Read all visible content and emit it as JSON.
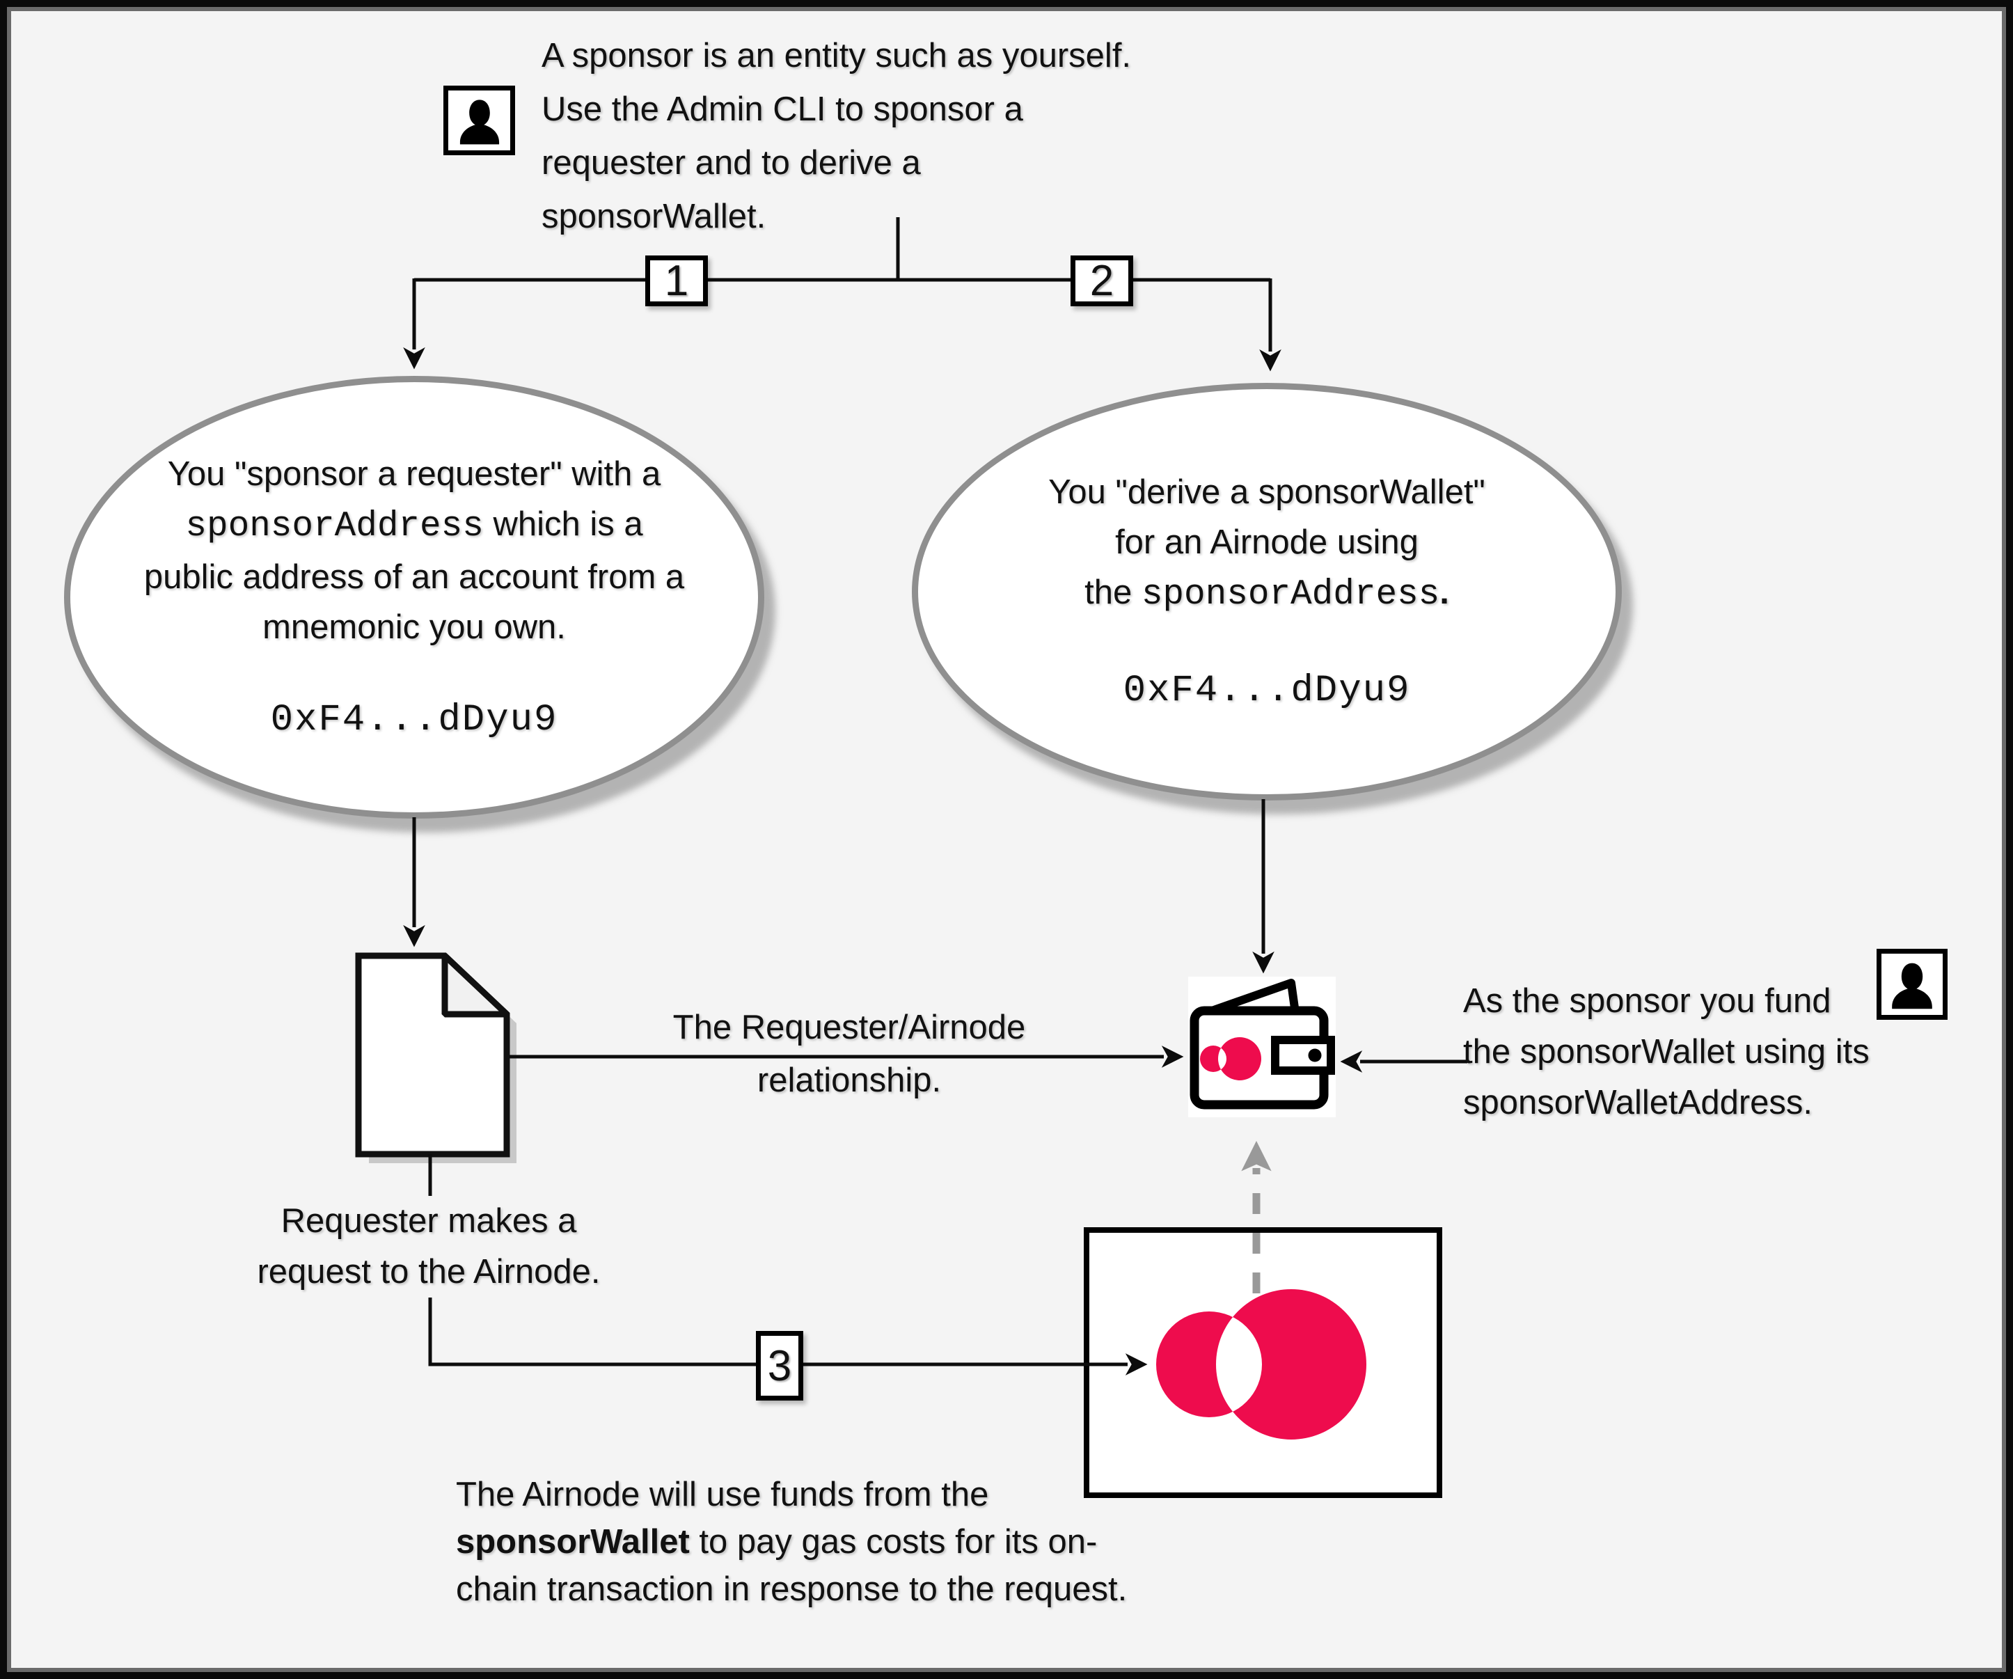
{
  "colors": {
    "pink": "#ee0c4d",
    "bg": "#f4f4f4",
    "frame-black": "#0a0a0a",
    "frame-gray": "#6b6b6b",
    "arrow-gray": "#999999",
    "ellipse-border": "#8f8f8f"
  },
  "icons": {
    "sponsor_top": "person-icon",
    "sponsor_right": "person-icon",
    "requester": "document-icon",
    "sponsor_wallet": "wallet-icon",
    "airnode": "airnode-logo-icon"
  },
  "top_note": {
    "lines": [
      "A sponsor is an entity such as yourself.",
      "Use the Admin CLI to sponsor a",
      "requester and to derive a",
      "sponsorWallet."
    ]
  },
  "steps": {
    "one": "1",
    "two": "2",
    "three": "3"
  },
  "ellipse_sponsor": {
    "line1": "You \"sponsor a requester\" with a",
    "code": "sponsorAddress",
    "line2_rest": " which is a",
    "line3": "public address of an account from a",
    "line4": "mnemonic you own.",
    "address": "0xF4...dDyu9"
  },
  "ellipse_wallet": {
    "line1": "You \"derive a sponsorWallet\"",
    "line2": "for an Airnode using",
    "line3_pre": "the ",
    "code": "sponsorAddress",
    "line3_post": ".",
    "address": "0xF4...dDyu9"
  },
  "relationship_label": {
    "line1": "The Requester/Airnode",
    "line2": "relationship."
  },
  "requester_label": {
    "line1": "Requester makes a",
    "line2": "request to the Airnode."
  },
  "fund_note": {
    "line1": "As the sponsor you fund",
    "line2": "the sponsorWallet using its",
    "line3": "sponsorWalletAddress."
  },
  "bottom_note": {
    "line1": "The Airnode will use funds from the",
    "bold": "sponsorWallet",
    "line2_rest": " to pay gas costs for its on-",
    "line3": "chain transaction in response to the request."
  }
}
